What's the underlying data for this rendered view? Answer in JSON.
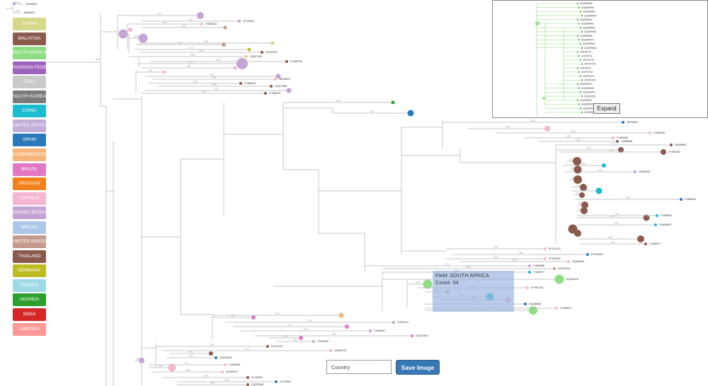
{
  "legend": [
    {
      "label": "JAPAN",
      "color": "#d5d888"
    },
    {
      "label": "MALAYSIA",
      "color": "#8b5a4e"
    },
    {
      "label": "SOUTH AFRICA",
      "color": "#8fdc84"
    },
    {
      "label": "RUSSIAN FEDERATION",
      "color": "#9d63bc"
    },
    {
      "label": "ITALY",
      "color": "#c9c9c9"
    },
    {
      "label": "SOUTH KOREA",
      "color": "#7a7a7a"
    },
    {
      "label": "CHINA",
      "color": "#1bbccf"
    },
    {
      "label": "UNITED STATES",
      "color": "#c1add7"
    },
    {
      "label": "SPAIN",
      "color": "#2a7abb"
    },
    {
      "label": "LUXEMBOURG",
      "color": "#f7b57a"
    },
    {
      "label": "BRAZIL",
      "color": "#e277c3"
    },
    {
      "label": "URUGUAY",
      "color": "#f2811c"
    },
    {
      "label": "CYPRUS",
      "color": "#f5b5d0"
    },
    {
      "label": "GUINEA BISSAU",
      "color": "#c4a4d4"
    },
    {
      "label": "MACAU",
      "color": "#aec7e8"
    },
    {
      "label": "UNITED KINGDOM",
      "color": "#c49a8c"
    },
    {
      "label": "THAILAND",
      "color": "#8b5a4e"
    },
    {
      "label": "GERMANY",
      "color": "#bcbd22"
    },
    {
      "label": "FRANCE",
      "color": "#9edae5"
    },
    {
      "label": "UGANDA",
      "color": "#2ca02c"
    },
    {
      "label": "INDIA",
      "color": "#d62728"
    },
    {
      "label": "SWEDEN",
      "color": "#ff9896"
    }
  ],
  "colors": {
    "branch": "#b3b3b3"
  },
  "tree_labels": [
    "JX438502",
    "JN399623",
    "JF735544",
    "FJ386633",
    "JN238765",
    "DQ457262",
    "KC486769",
    "JN238873",
    "FJ386930",
    "FJ386678",
    "DQ437886",
    "JN238832",
    "FJ386966",
    "FJ386682",
    "JX088666",
    "JN288884",
    "KY081052",
    "JX088608",
    "FJ386593",
    "FJ386582",
    "DQ466863",
    "FJ386573",
    "KF031224",
    "EF636023",
    "EF636025",
    "DQ466619",
    "FJ386586",
    "KM279614",
    "FJ386577",
    "DQ462618",
    "KP491026",
    "DQ286666",
    "FJ386513",
    "FJ387221",
    "FJ386651",
    "DQ327684",
    "JF492080",
    "FJ221229",
    "GU583792",
    "DQ208303",
    "FJ386548",
    "EU596472",
    "JX140022",
    "JX140842",
    "DQ332969",
    "FJ386592"
  ],
  "branch_labels": [
    "0.00",
    "0.020",
    "0.008",
    "0.004",
    "0.012",
    "0.001",
    "0.025",
    "0.016",
    "0.003",
    "0.030"
  ],
  "minimap": {
    "leaves": [
      "GQ999999",
      "GQ899989",
      "GQ999942",
      "GQ999975",
      "GQ999942",
      "GQ999943",
      "GQ999951",
      "GQ999957",
      "GQ999965",
      "GQ999970",
      "GQ999942",
      "GQ999962",
      "JX676717",
      "JX676711",
      "JX676713",
      "JX676719",
      "JX676721",
      "JX676715",
      "JX676722",
      "JX676726",
      "GQ999977",
      "GQ999908",
      "GQ999915",
      "JX676729",
      "GQ999937",
      "GQ999907",
      "GQ999901",
      "GQ999902"
    ]
  },
  "expand_label": "Expand",
  "tooltip": {
    "field": "Field: SOUTH AFRICA",
    "count": "Count: 34"
  },
  "country_input": {
    "placeholder": "Country"
  },
  "save_label": "Save Image"
}
